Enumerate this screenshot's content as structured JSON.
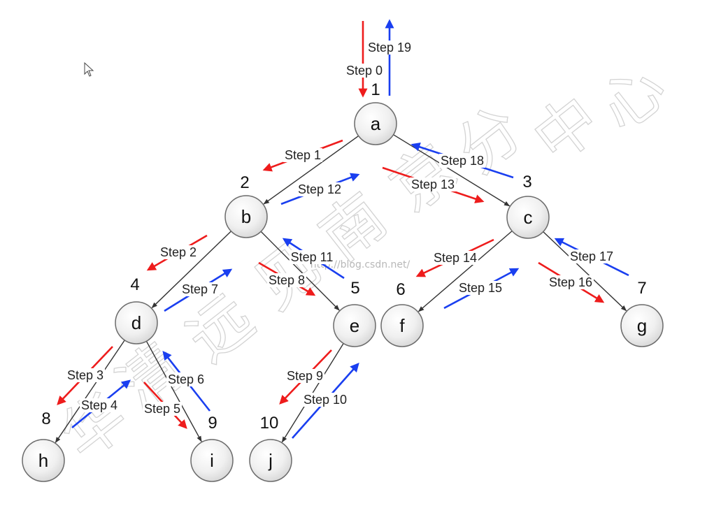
{
  "nodes": [
    {
      "id": "a",
      "label": "a",
      "number": "1",
      "color": "#ececec"
    },
    {
      "id": "b",
      "label": "b",
      "number": "2"
    },
    {
      "id": "c",
      "label": "c",
      "number": "3"
    },
    {
      "id": "d",
      "label": "d",
      "number": "4"
    },
    {
      "id": "e",
      "label": "e",
      "number": "5"
    },
    {
      "id": "f",
      "label": "f",
      "number": "6"
    },
    {
      "id": "g",
      "label": "g",
      "number": "7"
    },
    {
      "id": "h",
      "label": "h",
      "number": "8"
    },
    {
      "id": "i",
      "label": "i",
      "number": "9"
    },
    {
      "id": "j",
      "label": "j",
      "number": "10"
    }
  ],
  "edges": [
    {
      "from": "a",
      "to": "b"
    },
    {
      "from": "a",
      "to": "c"
    },
    {
      "from": "b",
      "to": "d"
    },
    {
      "from": "b",
      "to": "e"
    },
    {
      "from": "c",
      "to": "f"
    },
    {
      "from": "c",
      "to": "g"
    },
    {
      "from": "d",
      "to": "h"
    },
    {
      "from": "d",
      "to": "i"
    },
    {
      "from": "e",
      "to": "j"
    }
  ],
  "steps": [
    {
      "label": "Step 0",
      "direction": "down"
    },
    {
      "label": "Step 1",
      "direction": "down"
    },
    {
      "label": "Step 2",
      "direction": "down"
    },
    {
      "label": "Step 3",
      "direction": "down"
    },
    {
      "label": "Step 4",
      "direction": "up"
    },
    {
      "label": "Step 5",
      "direction": "down"
    },
    {
      "label": "Step 6",
      "direction": "up"
    },
    {
      "label": "Step 7",
      "direction": "up"
    },
    {
      "label": "Step 8",
      "direction": "down"
    },
    {
      "label": "Step 9",
      "direction": "down"
    },
    {
      "label": "Step 10",
      "direction": "up"
    },
    {
      "label": "Step 11",
      "direction": "up"
    },
    {
      "label": "Step 12",
      "direction": "up"
    },
    {
      "label": "Step 13",
      "direction": "down"
    },
    {
      "label": "Step 14",
      "direction": "down"
    },
    {
      "label": "Step 15",
      "direction": "up"
    },
    {
      "label": "Step 16",
      "direction": "down"
    },
    {
      "label": "Step 17",
      "direction": "up"
    },
    {
      "label": "Step 18",
      "direction": "up"
    },
    {
      "label": "Step 19",
      "direction": "up"
    }
  ],
  "colors": {
    "down_arrow": "#ee1c1c",
    "up_arrow": "#1a3ff0",
    "edge": "#333333",
    "node_fill": "#ececec",
    "node_stroke": "#6b6b6b"
  },
  "watermark": {
    "url": "http://blog.csdn.net/",
    "chars": [
      "华",
      "清",
      "远",
      "见",
      "南",
      "京",
      "分",
      "中",
      "心"
    ]
  }
}
